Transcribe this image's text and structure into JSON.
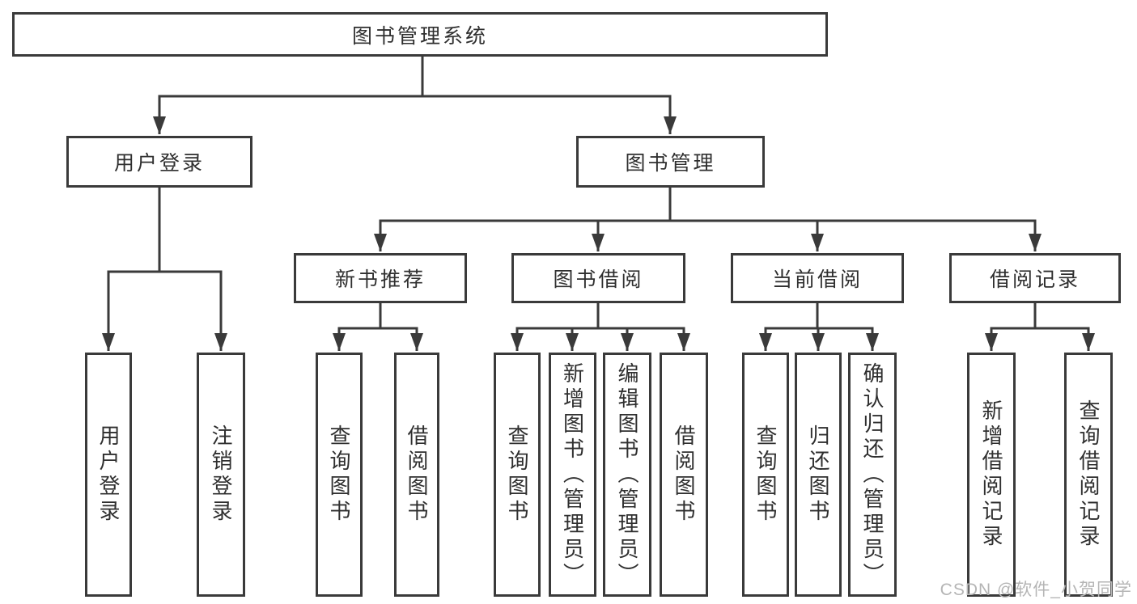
{
  "diagram": {
    "type": "hierarchy-tree",
    "title": "图书管理系统",
    "nodes": {
      "root": "图书管理系统",
      "login": "用户登录",
      "mgmt": "图书管理",
      "rec": "新书推荐",
      "borrow": "图书借阅",
      "current": "当前借阅",
      "records": "借阅记录",
      "leaf_login_user": "用户登录",
      "leaf_login_logout": "注销登录",
      "leaf_rec_query": "查询图书",
      "leaf_rec_borrow": "借阅图书",
      "leaf_borrow_query": "查询图书",
      "leaf_borrow_add": "新增图书（管理员）",
      "leaf_borrow_edit": "编辑图书（管理员）",
      "leaf_borrow_borrow": "借阅图书",
      "leaf_current_query": "查询图书",
      "leaf_current_return": "归还图书",
      "leaf_current_confirm": "确认归还（管理员）",
      "leaf_records_add": "新增借阅记录",
      "leaf_records_query": "查询借阅记录"
    },
    "hierarchy": {
      "图书管理系统": [
        "用户登录",
        "图书管理"
      ],
      "用户登录": [
        "用户登录",
        "注销登录"
      ],
      "图书管理": [
        "新书推荐",
        "图书借阅",
        "当前借阅",
        "借阅记录"
      ],
      "新书推荐": [
        "查询图书",
        "借阅图书"
      ],
      "图书借阅": [
        "查询图书",
        "新增图书（管理员）",
        "编辑图书（管理员）",
        "借阅图书"
      ],
      "当前借阅": [
        "查询图书",
        "归还图书",
        "确认归还（管理员）"
      ],
      "借阅记录": [
        "新增借阅记录",
        "查询借阅记录"
      ]
    },
    "colors": {
      "line": "#3a3a3a",
      "text": "#2f2f2f",
      "background": "#ffffff"
    }
  },
  "watermark": {
    "text": "CSDN @软件_小贺同学",
    "color": "#b5b5b5"
  }
}
